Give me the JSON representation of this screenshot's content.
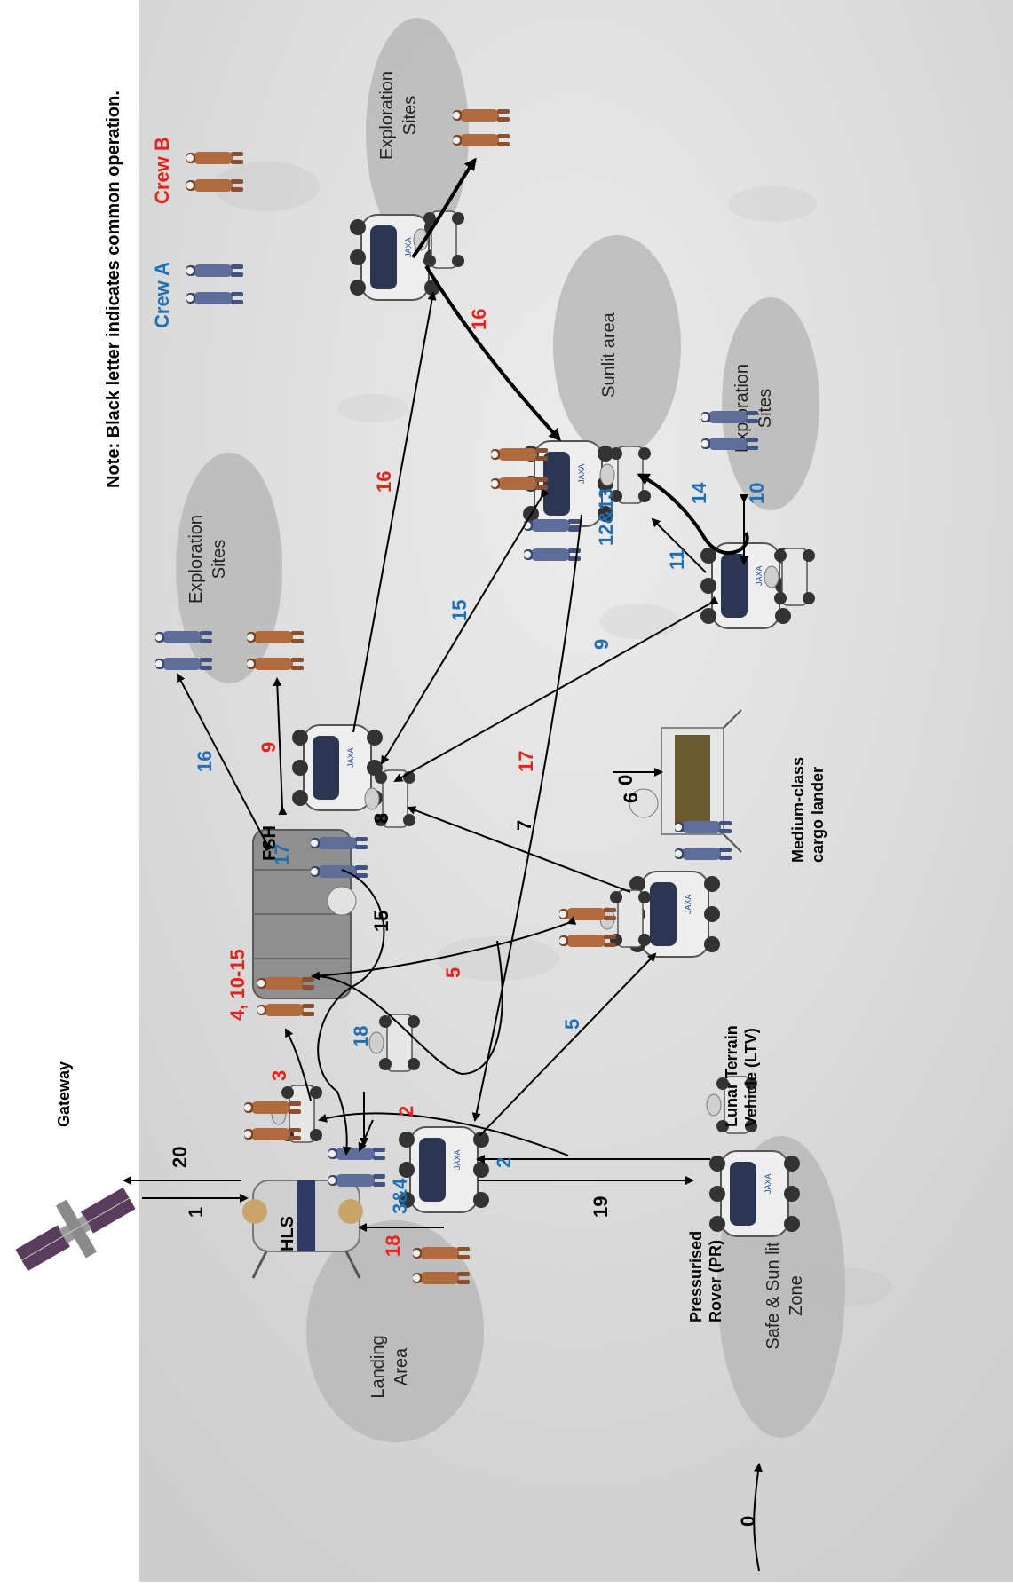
{
  "note": "Note: Black letter indicates common operation.",
  "legend": {
    "crew_a": "Crew A",
    "crew_b": "Crew B"
  },
  "colors": {
    "crew_a": "#1f6fb5",
    "crew_b": "#e8221b",
    "common": "#000000",
    "zone": "#b9b9b9",
    "moon_surface": "#d6d6d6"
  },
  "elements": {
    "gateway": "Gateway",
    "hls": "HLS",
    "fsh": "FSH",
    "pr": [
      "Pressurised",
      "Rover (PR)"
    ],
    "ltv": [
      "Lunar Terrain",
      "Vehicle (LTV)"
    ],
    "cargo": [
      "Medium-class",
      "cargo lander"
    ]
  },
  "zones": {
    "landing": [
      "Landing",
      "Area"
    ],
    "safe": [
      "Safe & Sun lit",
      "Zone"
    ],
    "sunlit": [
      "Sunlit area"
    ],
    "expl_top": [
      "Exploration",
      "Sites"
    ],
    "expl_left": [
      "Exploration",
      "Sites"
    ],
    "expl_right": [
      "Exploration",
      "Sites"
    ]
  },
  "steps": {
    "s1": "1",
    "s20": "20",
    "s3": "3",
    "s2_red": "2",
    "s2_blue": "2",
    "s3and4": "3&4",
    "s18_red": "18",
    "s19": "19",
    "s0_left": "0",
    "s0_cargo": "0",
    "s4_1015": "4, 10-15",
    "s17_blue": "17",
    "s15_black": "15",
    "s18_blue": "18",
    "s5_red": "5",
    "s5_blue": "5",
    "s7": "7",
    "s8": "8",
    "s6": "6",
    "s16_blue": "16",
    "s9_red": "9",
    "s16_red_mid": "16",
    "s15_blue": "15",
    "s17_red": "17",
    "s9_blue": "9",
    "s12and13": "12&13",
    "s11": "11",
    "s14": "14",
    "s10": "10",
    "s16_red_top": "16"
  }
}
